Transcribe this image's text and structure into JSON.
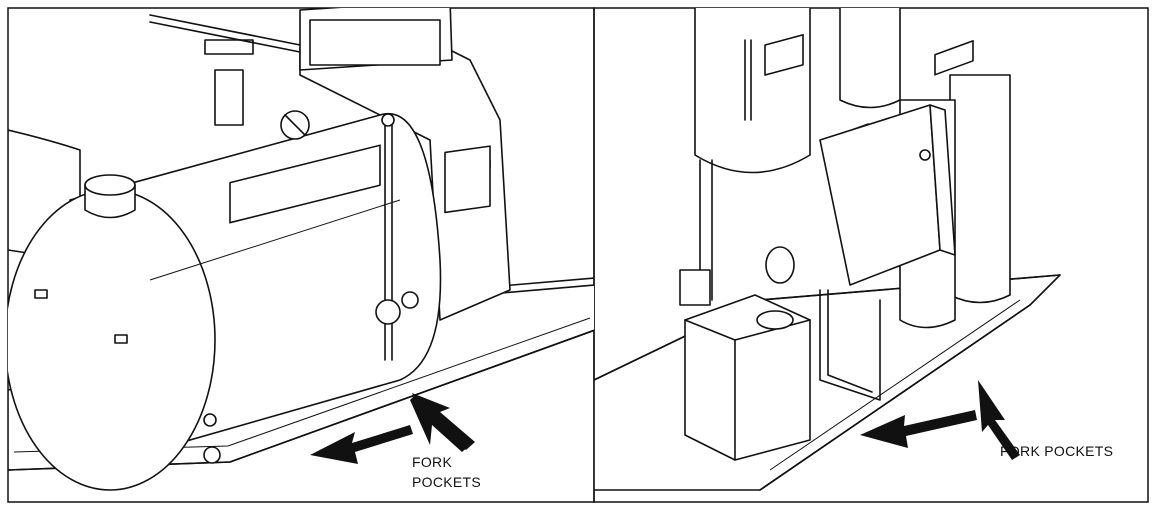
{
  "panels": [
    {
      "callout": {
        "lines": [
          "FORK",
          "POCKETS"
        ]
      }
    },
    {
      "callout": {
        "lines": [
          "FORK POCKETS"
        ]
      }
    }
  ],
  "colors": {
    "ink": "#111111",
    "paper": "#ffffff"
  }
}
